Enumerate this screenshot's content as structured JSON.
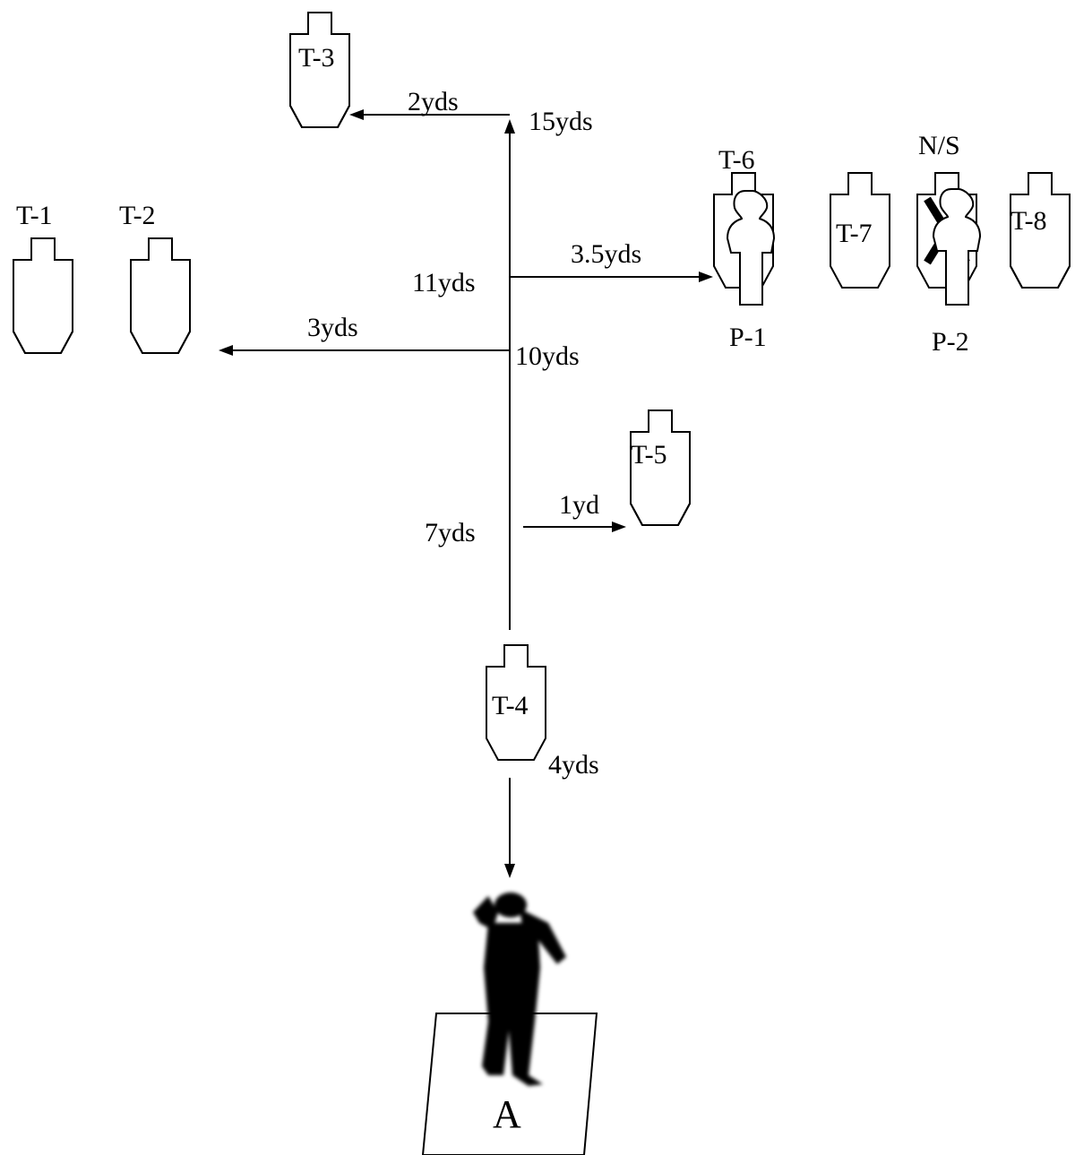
{
  "distances": {
    "d15": "15yds",
    "d2": "2yds",
    "d11": "11yds",
    "d3_5": "3.5yds",
    "d3": "3yds",
    "d10": "10yds",
    "d1": "1yd",
    "d7": "7yds",
    "d4": "4yds"
  },
  "targets": {
    "t1": "T-1",
    "t2": "T-2",
    "t3": "T-3",
    "t4": "T-4",
    "t5": "T-5",
    "t6": "T-6",
    "t7": "T-7",
    "t8": "T-8"
  },
  "no_shoot": "N/S",
  "poppers": {
    "p1": "P-1",
    "p2": "P-2"
  },
  "shooting_box": "A",
  "colors": {
    "ink": "#000000",
    "paper": "#ffffff"
  }
}
